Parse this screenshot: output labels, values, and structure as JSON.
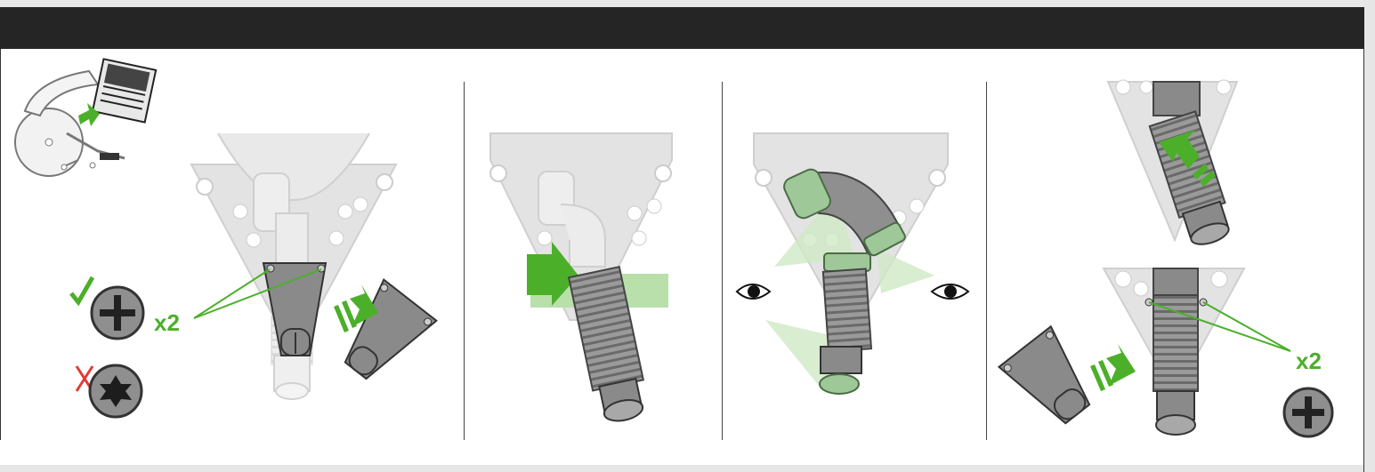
{
  "panels": [
    {
      "id": "step-1",
      "screw_count_label": "x2"
    },
    {
      "id": "step-2"
    },
    {
      "id": "step-3"
    },
    {
      "id": "step-4",
      "screw_count_label": "x2"
    }
  ],
  "colors": {
    "header_bar": "#252525",
    "accent_green": "#4caf2a",
    "highlight_green": "#9fd28a",
    "wrong_red": "#e53935",
    "part_gray": "#8a8a8a",
    "ghost_gray": "#e3e3e3"
  },
  "icons": [
    "check-icon",
    "cross-icon",
    "phillips-screw-icon",
    "torx-screw-icon",
    "eye-icon",
    "arrow-icon"
  ]
}
